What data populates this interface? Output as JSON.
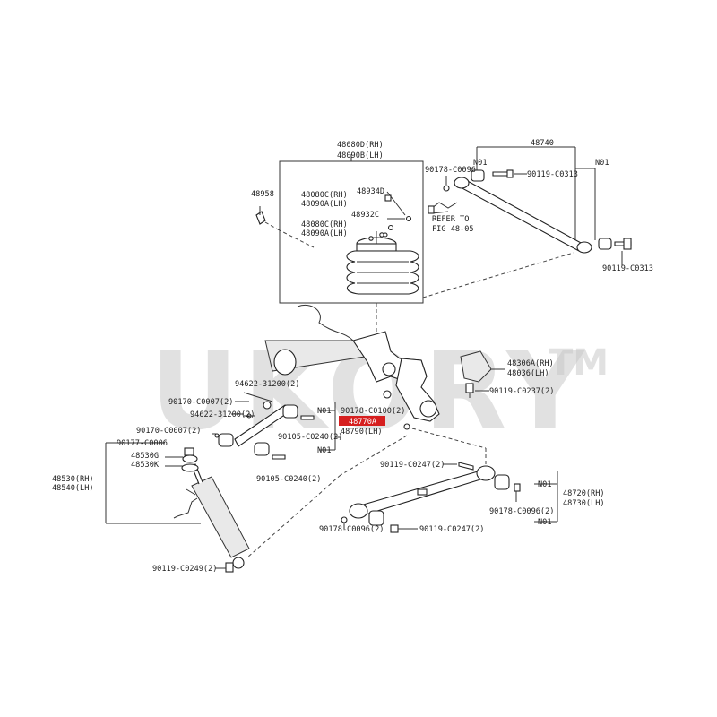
{
  "watermark": {
    "text": "UKORY",
    "tm": "TM"
  },
  "highlight": {
    "part": "48770A",
    "color": "#d61f1f"
  },
  "labels": {
    "l48080D": "48080D(RH)",
    "l48090B": "48090B(LH)",
    "l48740": "48740",
    "l90178_0096a": "90178-C0096",
    "lN01a": "N01",
    "l90119_0313a": "90119-C0313",
    "lN01b": "N01",
    "l48958": "48958",
    "l48934D": "48934D",
    "l48080C1": "48080C(RH)",
    "l48090A1": "48090A(LH)",
    "l48932C": "48932C",
    "l48080C2": "48080C(RH)",
    "l48090A2": "48090A(LH)",
    "lRefer1": "REFER TO",
    "lRefer2": "FIG 48-05",
    "l90119_0313b": "90119-C0313",
    "l48306A": "48306A(RH)",
    "l48036": "48036(LH)",
    "l90119_0237": "90119-C0237(2)",
    "l94622a": "94622-31200(2)",
    "l90170a": "90170-C0007(2)",
    "l94622b": "94622-31200(2)",
    "lN01c": "N01",
    "l90178_0100": "90178-C0100(2)",
    "l48770A": "48770A",
    "l48790": "48790(LH)",
    "l90170b": "90170-C0007(2)",
    "l90105a": "90105-C0240(2)",
    "l90177": "90177-C0006",
    "lN01d": "N01",
    "l48530G": "48530G",
    "l48530K": "48530K",
    "l90105b": "90105-C0240(2)",
    "l48530": "48530(RH)",
    "l48540": "48540(LH)",
    "l90119_0247a": "90119-C0247(2)",
    "lN01e": "N01",
    "l48720": "48720(RH)",
    "l48730": "48730(LH)",
    "l90178_0096b": "90178-C0096(2)",
    "lN01f": "N01",
    "l90178_0096c": "90178-C0096(2)",
    "l90119_0247b": "90119-C0247(2)",
    "l90119_0249": "90119-C0249(2)"
  }
}
